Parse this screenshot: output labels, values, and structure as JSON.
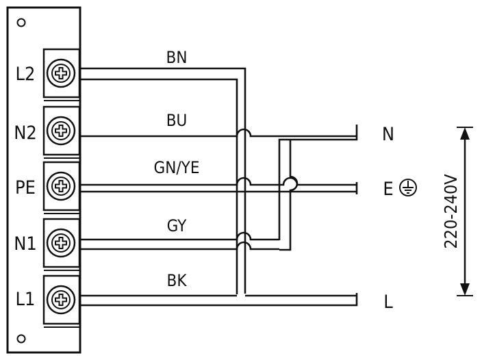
{
  "terminals": [
    {
      "id": "l2",
      "label": "L2"
    },
    {
      "id": "n2",
      "label": "N2"
    },
    {
      "id": "pe",
      "label": "PE"
    },
    {
      "id": "n1",
      "label": "N1"
    },
    {
      "id": "l1",
      "label": "L1"
    }
  ],
  "wires": [
    {
      "id": "bn",
      "label": "BN"
    },
    {
      "id": "bu",
      "label": "BU"
    },
    {
      "id": "gnye",
      "label": "GN/YE"
    },
    {
      "id": "gy",
      "label": "GY"
    },
    {
      "id": "bk",
      "label": "BK"
    }
  ],
  "outputs": {
    "n": "N",
    "e": "E",
    "l": "L"
  },
  "voltage": "220-240V",
  "icons": {
    "terminal_screw": "screw-icon",
    "ground": "ground-icon",
    "mounting_hole": "mounting-hole-icon",
    "voltage_arrow": "double-arrow-icon"
  }
}
